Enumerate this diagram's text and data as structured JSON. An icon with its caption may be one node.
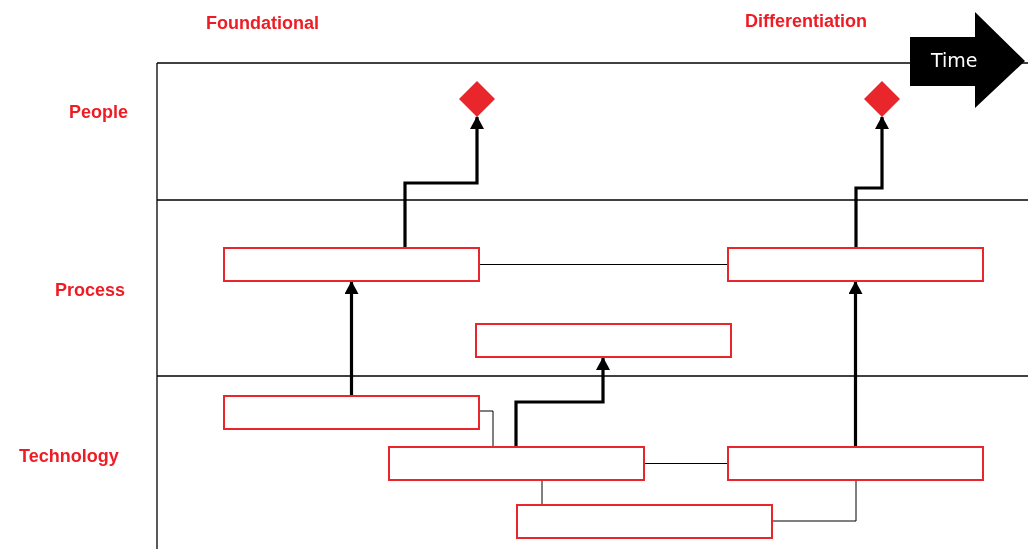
{
  "diagram": {
    "nodes": [
      {
        "text": [
          "Time"
        ]
      },
      {
        "text": [],
        "shape": "diamond"
      },
      {
        "text": [],
        "shape": "diamond"
      },
      {
        "text": [],
        "shape": "box"
      },
      {
        "text": [],
        "shape": "box"
      },
      {
        "text": [],
        "shape": "box"
      },
      {
        "text": [],
        "shape": "box"
      },
      {
        "text": [],
        "shape": "box"
      },
      {
        "text": [],
        "shape": "box"
      },
      {
        "text": [],
        "shape": "box"
      }
    ],
    "edges": [
      {
        "from": 3,
        "to": 1,
        "arrow": "to",
        "style": "thick"
      },
      {
        "from": 4,
        "to": 2,
        "arrow": "to",
        "style": "thick"
      },
      {
        "from": 3,
        "to": 4,
        "arrow": "none"
      },
      {
        "from": 6,
        "to": 3,
        "arrow": "to",
        "style": "thick"
      },
      {
        "from": 7,
        "to": 5,
        "arrow": "to",
        "style": "thick"
      },
      {
        "from": 8,
        "to": 4,
        "arrow": "to",
        "style": "thick"
      },
      {
        "from": 6,
        "to": 7,
        "arrow": "none"
      },
      {
        "from": 7,
        "to": 8,
        "arrow": "none"
      },
      {
        "from": 7,
        "to": 9,
        "arrow": "none"
      },
      {
        "from": 9,
        "to": 8,
        "arrow": "none"
      }
    ],
    "labels": [
      "Foundational",
      "Differentiation",
      "People",
      "Process",
      "Technology"
    ]
  }
}
